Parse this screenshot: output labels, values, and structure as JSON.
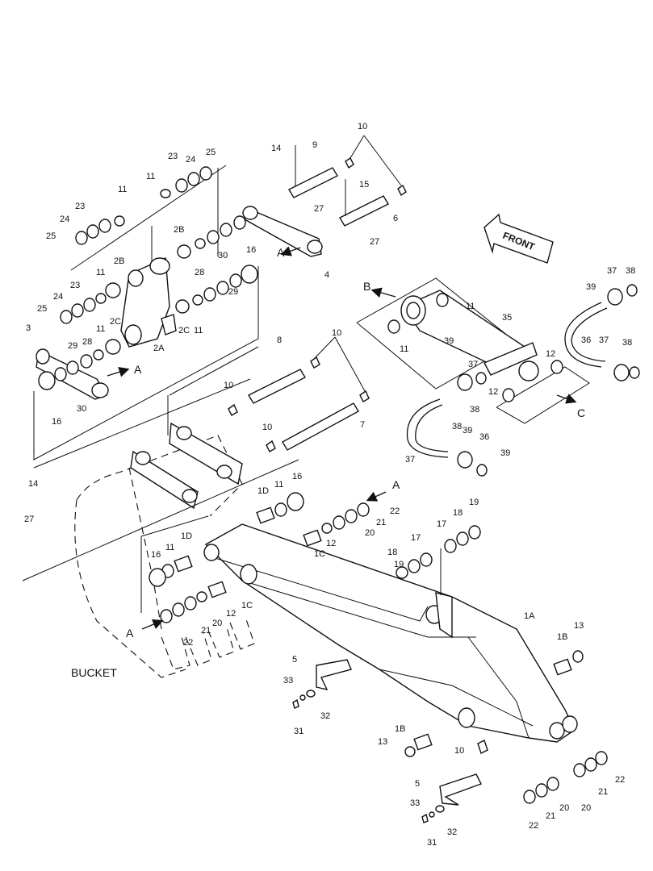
{
  "bucket_label": "BUCKET",
  "front_label": "FRONT",
  "section_labels": [
    "A",
    "A",
    "A",
    "A",
    "B",
    "C"
  ],
  "part_numbers": [
    "14",
    "9",
    "10",
    "15",
    "6",
    "27",
    "27",
    "4",
    "11",
    "23",
    "24",
    "25",
    "23",
    "24",
    "25",
    "11",
    "2B",
    "2B",
    "11",
    "23",
    "24",
    "25",
    "16",
    "2A",
    "2C",
    "2C",
    "11",
    "30",
    "28",
    "29",
    "11",
    "28",
    "29",
    "3",
    "16",
    "30",
    "8",
    "10",
    "10",
    "10",
    "7",
    "14",
    "27",
    "1D",
    "11",
    "16",
    "1D",
    "11",
    "16",
    "22",
    "21",
    "20",
    "12",
    "1C",
    "12",
    "1C",
    "22",
    "21",
    "20",
    "19",
    "18",
    "17",
    "19",
    "18",
    "17",
    "1A",
    "13",
    "1B",
    "5",
    "33",
    "32",
    "31",
    "13",
    "1B",
    "10",
    "5",
    "33",
    "32",
    "31",
    "22",
    "21",
    "20",
    "22",
    "21",
    "20",
    "35",
    "11",
    "11",
    "12",
    "12",
    "39",
    "37",
    "38",
    "37",
    "36",
    "39",
    "38",
    "39",
    "37",
    "38",
    "36",
    "39",
    "37",
    "38"
  ]
}
